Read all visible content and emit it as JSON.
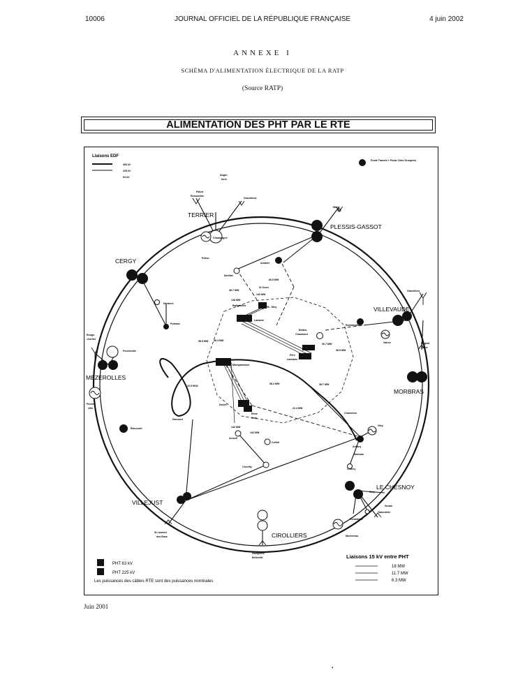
{
  "header": {
    "page_number": "10006",
    "journal": "JOURNAL OFFICIEL DE LA RÉPUBLIQUE FRANÇAISE",
    "date": "4 juin 2002"
  },
  "annex": {
    "title": "ANNEXE I",
    "subtitle": "SCHÉMA D'ALIMENTATION ÉLECTRIQUE DE LA RATP",
    "source": "(Source RATP)"
  },
  "banner": "ALIMENTATION DES PHT PAR LE RTE",
  "legend_edf": {
    "title": "Liaisons EDF",
    "items": [
      "400 kV",
      "225 kV",
      "63 kV"
    ]
  },
  "legend_posts": "Poste Transfo + Poste Cdes Groupées",
  "stations_major": {
    "terrier": "TERRIER",
    "plessis": "PLESSIS-GASSOT",
    "cergy": "CERGY",
    "villevaude": "VILLEVAUDE",
    "mezerolles": "MEZEROLLES",
    "morbras": "MORBRAS",
    "chesnoy": "LE CHESNOY",
    "villejust": "VILLEJUST",
    "cirolliers": "CIROLLIERS"
  },
  "stations_minor": {
    "angle": "Angle-",
    "angle2": "terre",
    "palud": "Palud",
    "palud2": "Remonville",
    "gravelines": "Gravelines",
    "mery": "Mery",
    "champagne": "Champagne",
    "feliou": "Feliou",
    "ambere": "Ambère",
    "nevilah": "Nevilah",
    "stouen": "St Ouen",
    "nanterre": "Nanterre",
    "puteaux": "Puteaux",
    "gravelines2": "Gravelines",
    "rouge": "Rouge-",
    "rouge2": "-merlier",
    "porcheville": "Porcheville",
    "porcheville2": "Porche-",
    "porcheville3": "ville",
    "batignolles": "Batignolles",
    "bstey": "B - Stey",
    "lamarre": "Lamarre",
    "romainville": "Romainville",
    "bettes": "Bettes-",
    "bettes2": "Chaumont",
    "vaires": "Vaires",
    "nogent": "Nogent",
    "nogent2": "/ Seine",
    "pere": "Père",
    "pere2": "Lachaise",
    "montparnasse": "Montparnasse",
    "daviel": "Daviel",
    "rene": "René",
    "coty": "Coty",
    "charenton": "Charenton",
    "vitry": "Vitry",
    "arcueil": "Arcueil",
    "creteil": "Créteil",
    "harcourt": "Harcourt",
    "elancourt": "Élancourt",
    "antony": "Antony",
    "moissac": "Moissac",
    "chevilly": "Chevilly",
    "courcy": "Courcy",
    "sury": "Sury",
    "sorain": "Sorain",
    "taborderie": "Taborderie",
    "renardiere": "Renardière",
    "montereau": "Montereau",
    "stlaurent": "St Laurent",
    "stlaurent2": "des Eaux",
    "dampierre": "Dampierre",
    "dampierre2": "Belleville"
  },
  "cable_labels": [
    "66.5 MW",
    "140 MW",
    "38.7 MW",
    "58.5 MW",
    "36.7 MW",
    "38.5 MW",
    "38.7 MW",
    "22.5 MVA",
    "22.4 MW",
    "142 MW",
    "142 MW",
    "38.4 MW",
    "38.3 MW",
    "148 MW"
  ],
  "legend_pht": {
    "pht63": "PHT  63 kV",
    "pht225": "PHT 225 kV",
    "note": "Les puissances des câbles RTE sont des puissances nominales"
  },
  "legend_15kv": {
    "title": "Liaisons 15 kV entre PHT",
    "items": [
      "18 MW",
      "11.7 MW",
      "6.3 MW"
    ]
  },
  "footer": "Juin 2001",
  "colors": {
    "ink": "#111111",
    "paper": "#ffffff"
  }
}
